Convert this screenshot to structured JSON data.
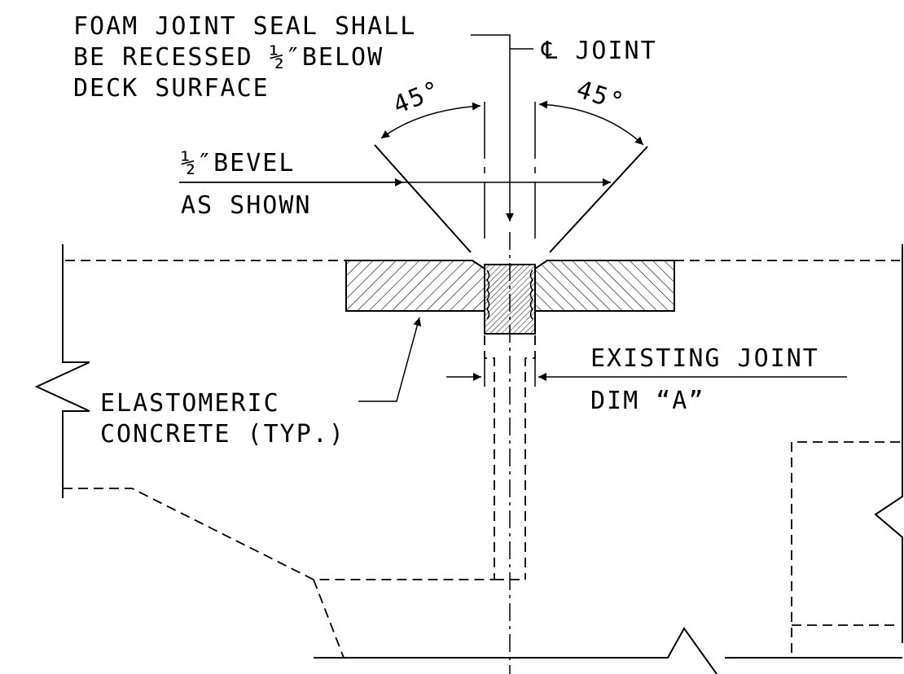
{
  "notes": {
    "foam_seal": [
      "FOAM JOINT SEAL SHALL",
      "BE RECESSED ½″BELOW",
      "DECK SURFACE"
    ],
    "centerline": "℄ JOINT",
    "angle_left": "45°",
    "angle_right": "45°",
    "bevel": [
      "½″BEVEL",
      "AS SHOWN"
    ],
    "existing_joint": [
      "EXISTING JOINT",
      "DIM “A”"
    ],
    "elastomeric": [
      "ELASTOMERIC",
      "CONCRETE (TYP.)"
    ]
  }
}
